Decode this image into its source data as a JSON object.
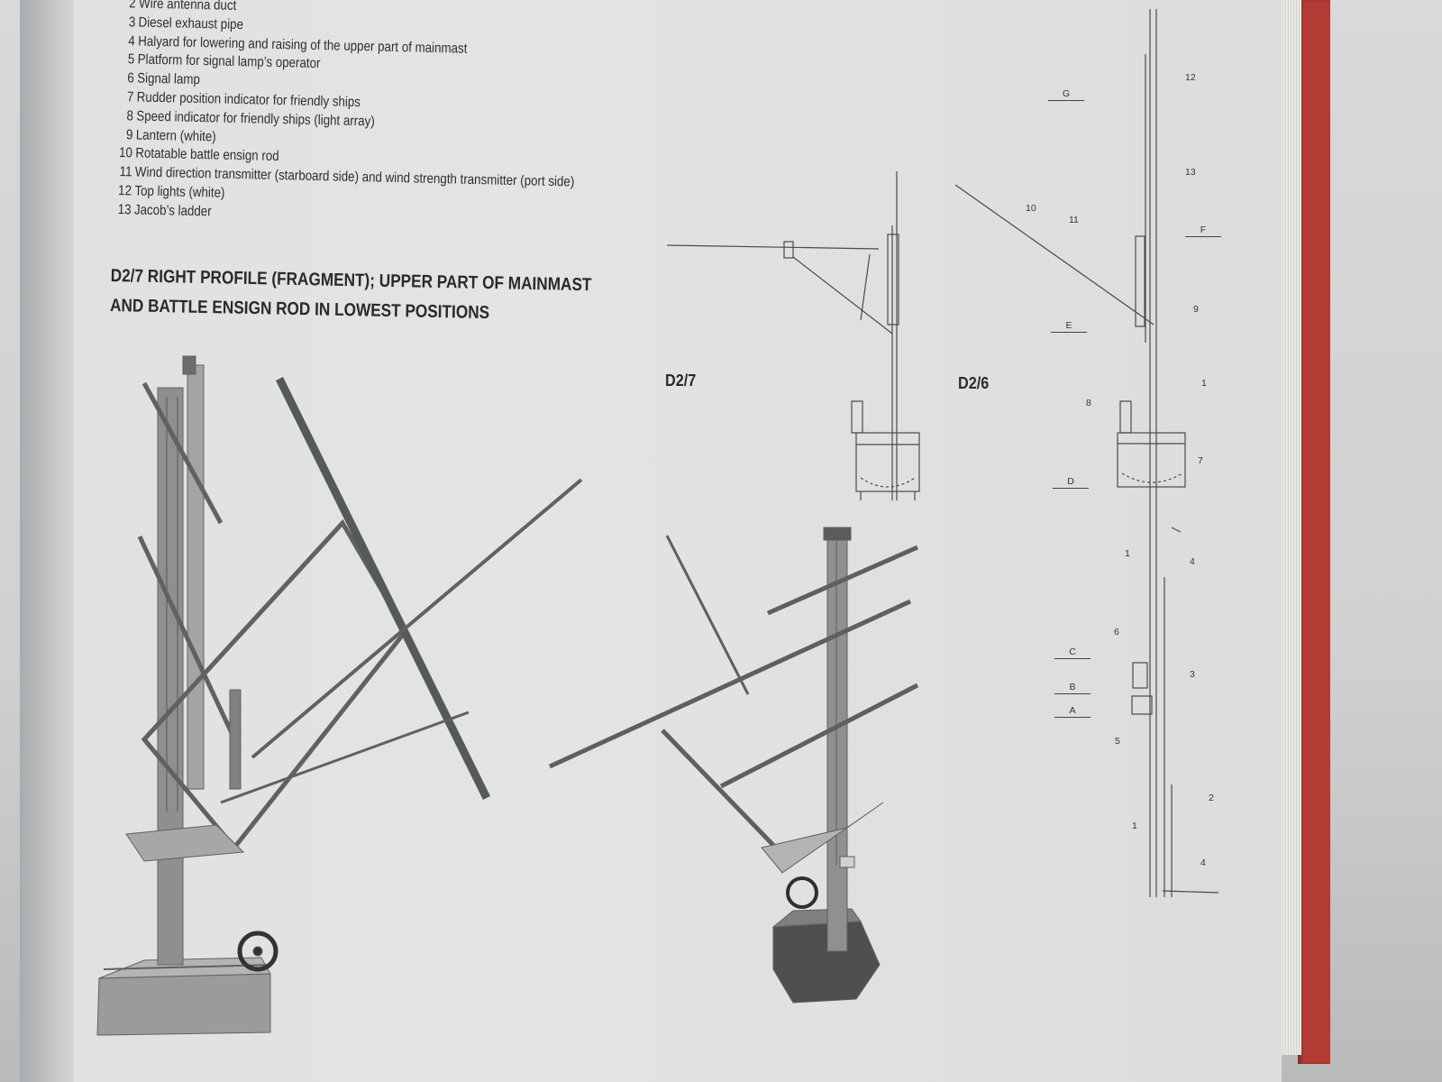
{
  "legend": [
    {
      "num": "2",
      "text": "Wire antenna duct"
    },
    {
      "num": "3",
      "text": "Diesel exhaust pipe"
    },
    {
      "num": "4",
      "text": "Halyard for lowering and raising of the upper part of mainmast"
    },
    {
      "num": "5",
      "text": "Platform for signal lamp’s operator"
    },
    {
      "num": "6",
      "text": "Signal lamp"
    },
    {
      "num": "7",
      "text": "Rudder position indicator for friendly ships"
    },
    {
      "num": "8",
      "text": "Speed indicator for friendly ships (light array)"
    },
    {
      "num": "9",
      "text": "Lantern (white)"
    },
    {
      "num": "10",
      "text": "Rotatable battle ensign rod"
    },
    {
      "num": "11",
      "text": "Wind direction transmitter (starboard side) and wind strength transmitter (port side)"
    },
    {
      "num": "12",
      "text": "Top lights (white)"
    },
    {
      "num": "13",
      "text": "Jacob’s ladder"
    }
  ],
  "caption": {
    "line1": "D2/7 RIGHT PROFILE (FRAGMENT); UPPER PART OF MAINMAST",
    "line2": "AND BATTLE ENSIGN ROD IN LOWEST POSITIONS"
  },
  "figures": {
    "d27_label": "D2/7",
    "d26_label": "D2/6"
  },
  "level_marks": {
    "g": "G",
    "f": "F",
    "e": "E",
    "d": "D",
    "c": "C",
    "b": "B",
    "a": "A"
  },
  "callouts": {
    "c12": "12",
    "c13": "13",
    "c10": "10",
    "c11": "11",
    "c9": "9",
    "c1_top": "1",
    "c8": "8",
    "c7": "7",
    "c1_mid": "1",
    "c4_mid": "4",
    "c6": "6",
    "c3": "3",
    "c5": "5",
    "c2": "2",
    "c1_low": "1",
    "c4_low": "4"
  },
  "colors": {
    "book_cover": "#b43a34",
    "ink": "#2d2d2d",
    "render_metal": "#8a8c8c"
  }
}
